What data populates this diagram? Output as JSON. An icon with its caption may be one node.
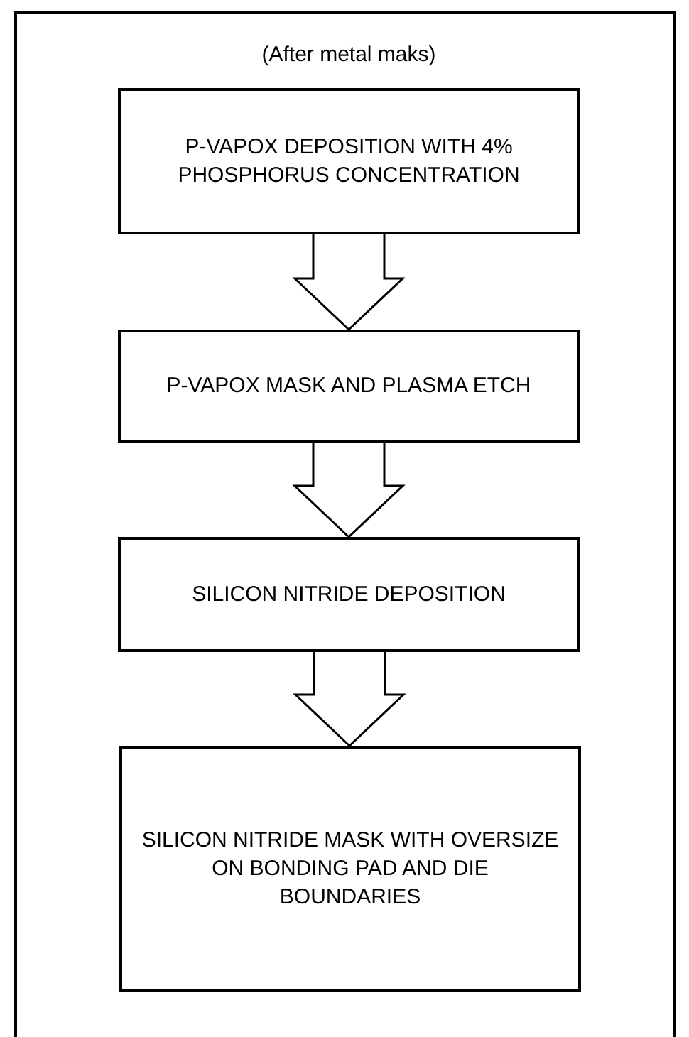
{
  "diagram": {
    "nodes": [
      {
        "text": [
          "P-VAPOX DEPOSITION WITH 4% PHOSPHORUS CONCENTRATION"
        ]
      },
      {
        "text": [
          "P-VAPOX MASK AND PLASMA ETCH"
        ]
      },
      {
        "text": [
          "SILICON NITRIDE DEPOSITION"
        ]
      },
      {
        "text": [
          "SILICON NITRIDE MASK WITH OVERSIZE ON BONDING PAD AND DIE BOUNDARIES"
        ]
      }
    ],
    "edges": [
      {
        "from": 0,
        "to": 1,
        "arrow": "to"
      },
      {
        "from": 1,
        "to": 2,
        "arrow": "to"
      },
      {
        "from": 2,
        "to": 3,
        "arrow": "to"
      }
    ],
    "labels": [
      "(After metal maks)"
    ]
  }
}
